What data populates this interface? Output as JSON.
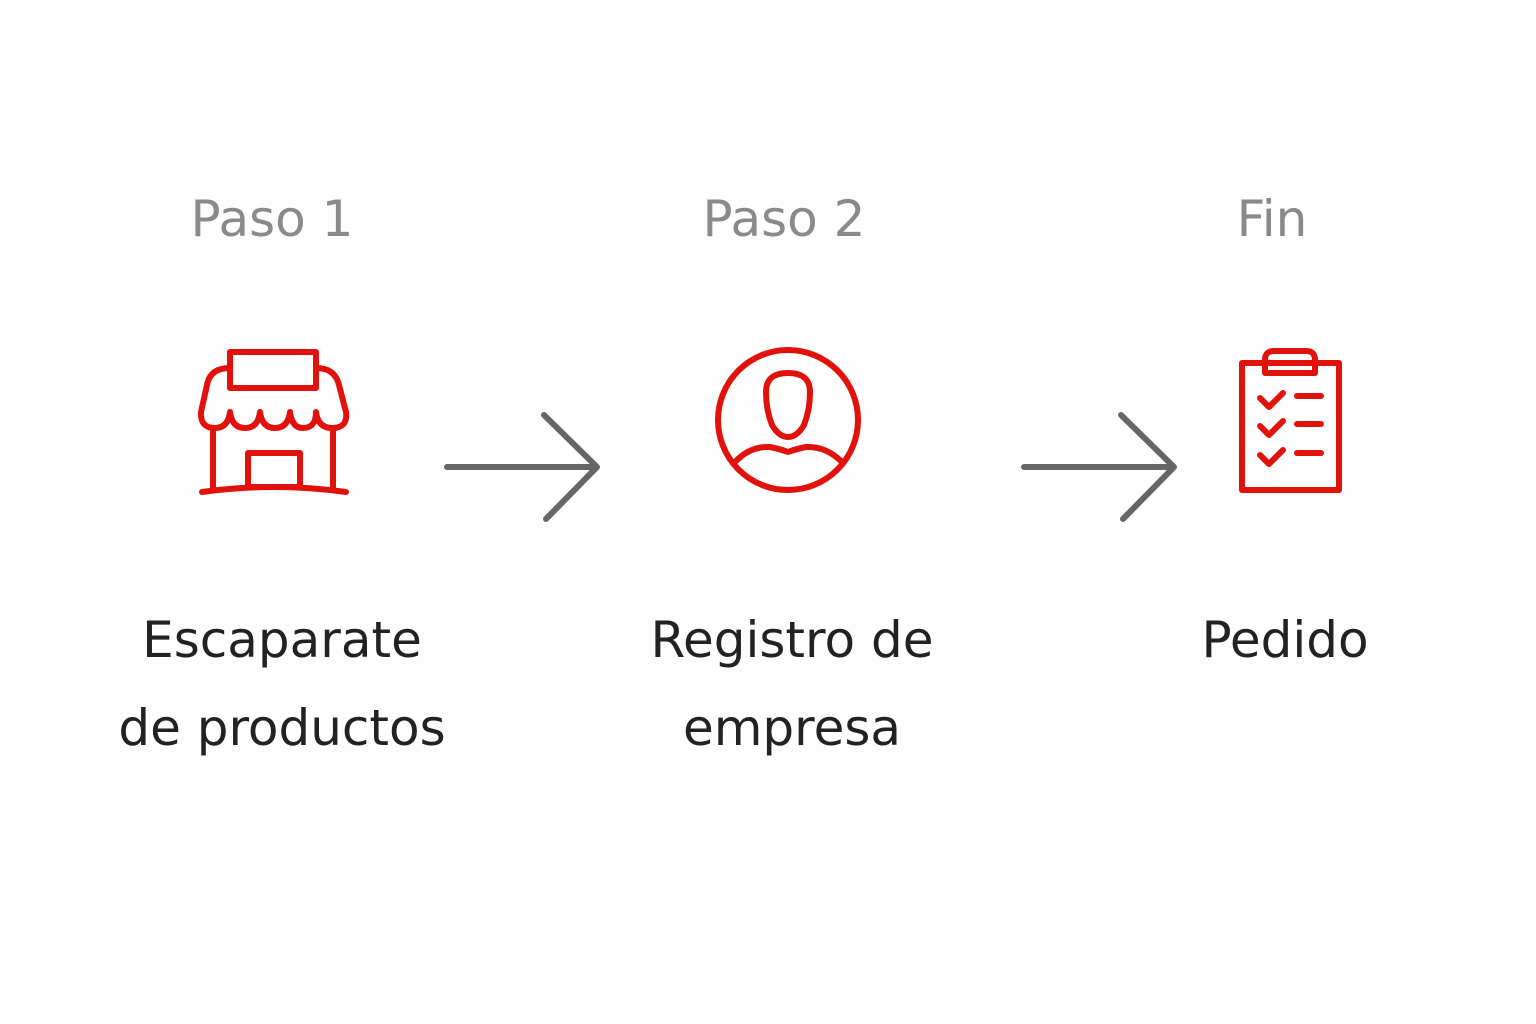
{
  "steps": [
    {
      "title": "Paso 1",
      "label_line1": "Escaparate",
      "label_line2": "de productos",
      "icon": "storefront-icon"
    },
    {
      "title": "Paso 2",
      "label_line1": "Registro de",
      "label_line2": "empresa",
      "icon": "user-circle-icon"
    },
    {
      "title": "Fin",
      "label_line1": "Pedido",
      "label_line2": "",
      "icon": "clipboard-checklist-icon"
    }
  ],
  "colors": {
    "accent": "#e0120b",
    "arrow": "#666666",
    "title": "#8a8a8a",
    "text": "#222222"
  }
}
